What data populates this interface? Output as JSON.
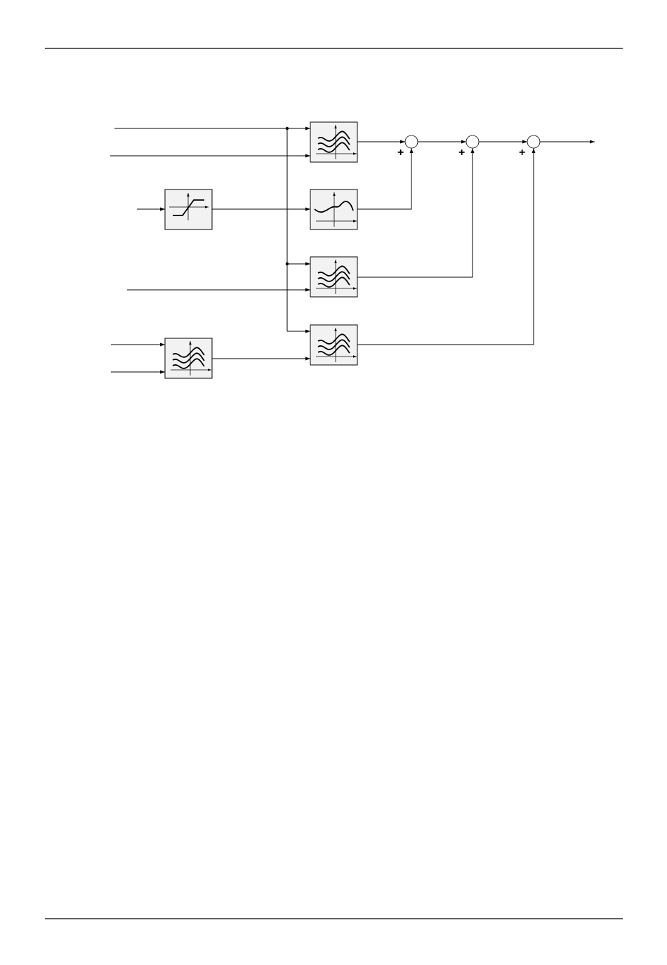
{
  "diagram": {
    "summing_signs": {
      "sum1_left": "+",
      "sum1_bottom": "+",
      "sum2_left": "+",
      "sum2_bottom": "+",
      "sum3_left": "+",
      "sum3_bottom": "+"
    },
    "blocks": [
      {
        "id": "map-top",
        "icon": "family-of-curves-icon"
      },
      {
        "id": "limiter",
        "icon": "saturation-curve-icon"
      },
      {
        "id": "map-single",
        "icon": "single-curve-icon"
      },
      {
        "id": "map-middle",
        "icon": "family-of-curves-icon"
      },
      {
        "id": "map-bottom-pre",
        "icon": "family-of-curves-icon"
      },
      {
        "id": "map-bottom",
        "icon": "family-of-curves-icon"
      }
    ],
    "summing_junctions": [
      {
        "id": "sum-1",
        "icon": "summing-junction-icon"
      },
      {
        "id": "sum-2",
        "icon": "summing-junction-icon"
      },
      {
        "id": "sum-3",
        "icon": "summing-junction-icon"
      }
    ]
  }
}
